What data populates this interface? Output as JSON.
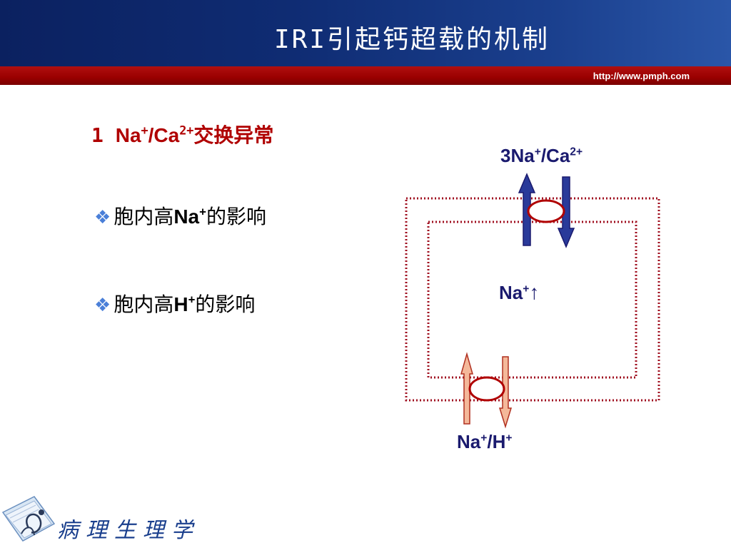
{
  "header": {
    "title": "IRI引起钙超载的机制",
    "url": "http://www.pmph.com"
  },
  "section": {
    "num": "1",
    "na": "Na",
    "plus": "+",
    "slash_ca": "/Ca",
    "two_plus": "2+",
    "rest": "交换异常"
  },
  "bullets": [
    {
      "mark": "❖",
      "pre": "胞内高",
      "ion": "Na",
      "sup": "+",
      "post": "的影响"
    },
    {
      "mark": "❖",
      "pre": "胞内高",
      "ion": "H",
      "sup": "+",
      "post": "的影响"
    }
  ],
  "diagram": {
    "top_label": {
      "a": "3Na",
      "a_sup": "+",
      "b": "/Ca",
      "b_sup": "2+"
    },
    "mid_label": {
      "a": "Na",
      "a_sup": "+",
      "arrow": "↑"
    },
    "bottom_label": {
      "a": "Na",
      "a_sup": "+",
      "b": "/H",
      "b_sup": "+"
    },
    "colors": {
      "membrane": "#a01020",
      "exchanger_arrows": "#2a3a9a",
      "exchanger_outline": "#1a1a6e",
      "nhe_arrows": "#f4b89a",
      "nhe_outline": "#b03020",
      "oval_stroke": "#b00000"
    }
  },
  "footer": {
    "text": "病理生理学",
    "logo": "stethoscope-book-logo"
  }
}
